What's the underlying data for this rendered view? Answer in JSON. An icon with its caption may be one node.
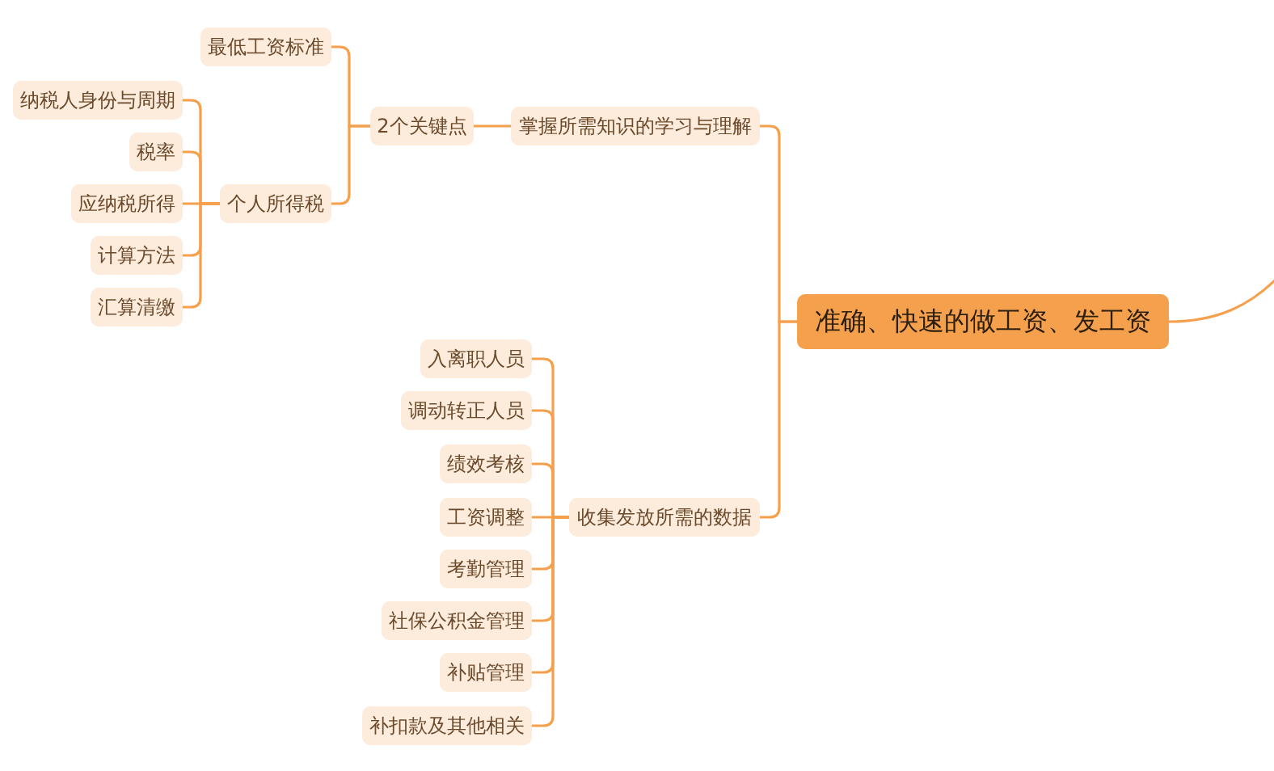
{
  "diagram": {
    "nodes": [
      {
        "text": [
          "准确、快速的做工资、发工资"
        ]
      },
      {
        "text": [
          "掌握所需知识的学习与理解"
        ]
      },
      {
        "text": [
          "2个关键点"
        ]
      },
      {
        "text": [
          "最低工资标准"
        ]
      },
      {
        "text": [
          "个人所得税"
        ]
      },
      {
        "text": [
          "纳税人身份与周期"
        ]
      },
      {
        "text": [
          "税率"
        ]
      },
      {
        "text": [
          "应纳税所得"
        ]
      },
      {
        "text": [
          "计算方法"
        ]
      },
      {
        "text": [
          "汇算清缴"
        ]
      },
      {
        "text": [
          "收集发放所需的数据"
        ]
      },
      {
        "text": [
          "入离职人员"
        ]
      },
      {
        "text": [
          "调动转正人员"
        ]
      },
      {
        "text": [
          "绩效考核"
        ]
      },
      {
        "text": [
          "工资调整"
        ]
      },
      {
        "text": [
          "考勤管理"
        ]
      },
      {
        "text": [
          "社保公积金管理"
        ]
      },
      {
        "text": [
          "补贴管理"
        ]
      },
      {
        "text": [
          "补扣款及其他相关"
        ]
      }
    ],
    "edges": [
      {
        "from": 0,
        "to": 1,
        "arrow": "none"
      },
      {
        "from": 1,
        "to": 2,
        "arrow": "none"
      },
      {
        "from": 2,
        "to": 3,
        "arrow": "none"
      },
      {
        "from": 2,
        "to": 4,
        "arrow": "none"
      },
      {
        "from": 4,
        "to": 5,
        "arrow": "none"
      },
      {
        "from": 4,
        "to": 6,
        "arrow": "none"
      },
      {
        "from": 4,
        "to": 7,
        "arrow": "none"
      },
      {
        "from": 4,
        "to": 8,
        "arrow": "none"
      },
      {
        "from": 4,
        "to": 9,
        "arrow": "none"
      },
      {
        "from": 0,
        "to": 10,
        "arrow": "none"
      },
      {
        "from": 10,
        "to": 11,
        "arrow": "none"
      },
      {
        "from": 10,
        "to": 12,
        "arrow": "none"
      },
      {
        "from": 10,
        "to": 13,
        "arrow": "none"
      },
      {
        "from": 10,
        "to": 14,
        "arrow": "none"
      },
      {
        "from": 10,
        "to": 15,
        "arrow": "none"
      },
      {
        "from": 10,
        "to": 16,
        "arrow": "none"
      },
      {
        "from": 10,
        "to": 17,
        "arrow": "none"
      },
      {
        "from": 10,
        "to": 18,
        "arrow": "none"
      },
      {
        "from": 0,
        "to": null,
        "arrow": "none"
      }
    ]
  }
}
